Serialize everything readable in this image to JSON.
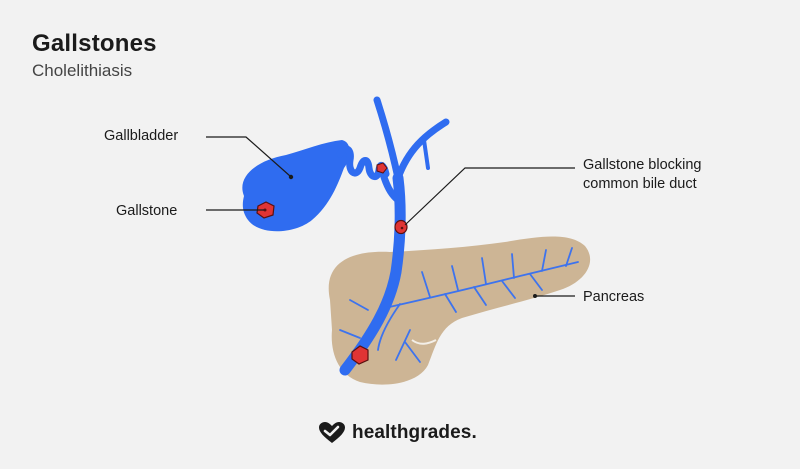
{
  "header": {
    "title": "Gallstones",
    "subtitle": "Cholelithiasis"
  },
  "labels": {
    "gallbladder": "Gallbladder",
    "gallstone": "Gallstone",
    "blocking_line1": "Gallstone blocking",
    "blocking_line2": "common bile duct",
    "pancreas": "Pancreas"
  },
  "brand": {
    "name": "healthgrades."
  },
  "colors": {
    "organ_blue": "#2f6cf0",
    "pancreas_tan": "#cdb595",
    "stone_red": "#e03434",
    "leader_line": "#1b1b1b"
  }
}
